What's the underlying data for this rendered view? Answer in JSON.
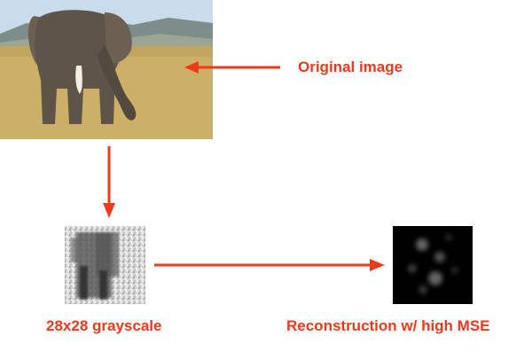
{
  "labels": {
    "original": "Original image",
    "grayscale": "28x28 grayscale",
    "reconstruction": "Reconstruction w/ high MSE"
  },
  "colors": {
    "accent": "#ee3a1a",
    "sky": "#c9dcec",
    "hills": "#7d8e8a",
    "grass": "#cdb068",
    "elephant": "#5e5447",
    "recon_bg": "#000000"
  }
}
